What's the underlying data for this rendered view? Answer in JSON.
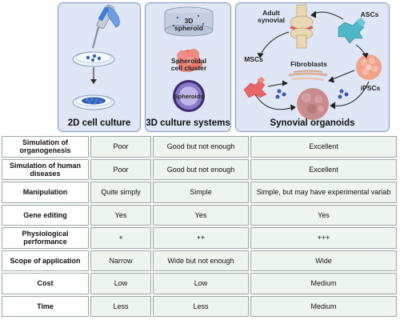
{
  "panels": {
    "panel1_title": "2D cell culture",
    "panel2_title": "3D culture systems",
    "panel3_title": "Synovial organoids",
    "panel2_labels": {
      "spheroid_3d_line1": "3D",
      "spheroid_3d_line2": "spheroid",
      "cluster_line1": "Spheroidal",
      "cluster_line2": "cell cluster",
      "spheroids": "Spheroids"
    },
    "panel3_labels": {
      "adult_line1": "Adult",
      "adult_line2": "synovial",
      "ascs": "ASCs",
      "mscs": "MSCs",
      "fibroblasts": "Fibroblasts",
      "ipscs": "iPSCs"
    }
  },
  "colors": {
    "panel_bg": "#dfe6f6",
    "panel_border": "#7e94bf",
    "table_cell_bg": "#eef5ee"
  },
  "table": {
    "rows": [
      {
        "label": "Simulation of organogenesis",
        "c1": "Poor",
        "c2": "Good but not enough",
        "c3": "Excellent"
      },
      {
        "label": "Simulation of human diseases",
        "c1": "Poor",
        "c2": "Good but not enough",
        "c3": "Excellent"
      },
      {
        "label": "Manipulation",
        "c1": "Quite simply",
        "c2": "Simple",
        "c3": "Simple, but may have experimental variab"
      },
      {
        "label": "Gene editing",
        "c1": "Yes",
        "c2": "Yes",
        "c3": "Yes"
      },
      {
        "label": "Physiological performance",
        "c1": "+",
        "c2": "++",
        "c3": "+++"
      },
      {
        "label": "Scope of application",
        "c1": "Narrow",
        "c2": "Wide but not enough",
        "c3": "Wide"
      },
      {
        "label": "Cost",
        "c1": "Low",
        "c2": "Low",
        "c3": "Medium"
      },
      {
        "label": "Time",
        "c1": "Less",
        "c2": "Less",
        "c3": "Medium"
      }
    ]
  }
}
